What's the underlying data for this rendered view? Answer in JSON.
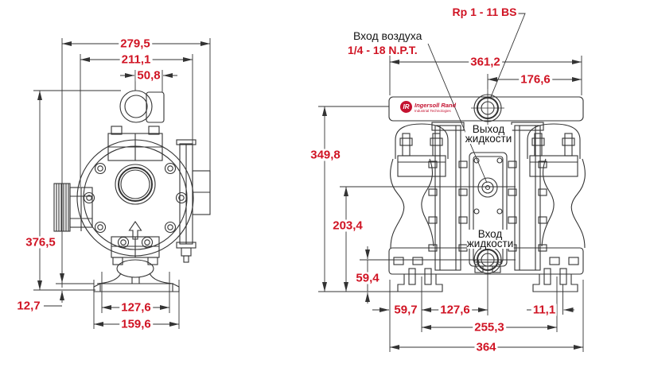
{
  "colors": {
    "dimension_text": "#d01424",
    "drawing_lines": "#333333",
    "label_text": "#141414",
    "brand_red": "#c41230",
    "background": "#ffffff"
  },
  "logo": {
    "monogram": "IR",
    "name": "Ingersoll Rand",
    "tagline": "Industrial Technologies"
  },
  "callouts": {
    "air_inlet": {
      "label": "Вход воздуха",
      "thread": "1/4 - 18 N.P.T."
    },
    "top_port_thread": "Rp 1 - 11 BS",
    "fluid_outlet": {
      "line1": "Выход",
      "line2": "жидкости"
    },
    "fluid_inlet": {
      "line1": "Вход",
      "line2": "жидкости"
    }
  },
  "dimensions_mm": {
    "side_view": {
      "overall_width": "279,5",
      "flange_width": "211,1",
      "valve_offset": "50,8",
      "overall_height": "376,5",
      "base_plate_thickness": "12,7",
      "base_hole_spacing": "127,6",
      "base_width": "159,6"
    },
    "front_view": {
      "top_width": "361,2",
      "port_to_edge": "176,6",
      "body_height": "349,8",
      "valve_center_height": "203,4",
      "inlet_center_height": "59,4",
      "edge_to_foot": "59,7",
      "foot_to_center": "127,6",
      "foot_hole_offset": "11,1",
      "foot_spacing": "255,3",
      "overall_width": "364"
    }
  }
}
